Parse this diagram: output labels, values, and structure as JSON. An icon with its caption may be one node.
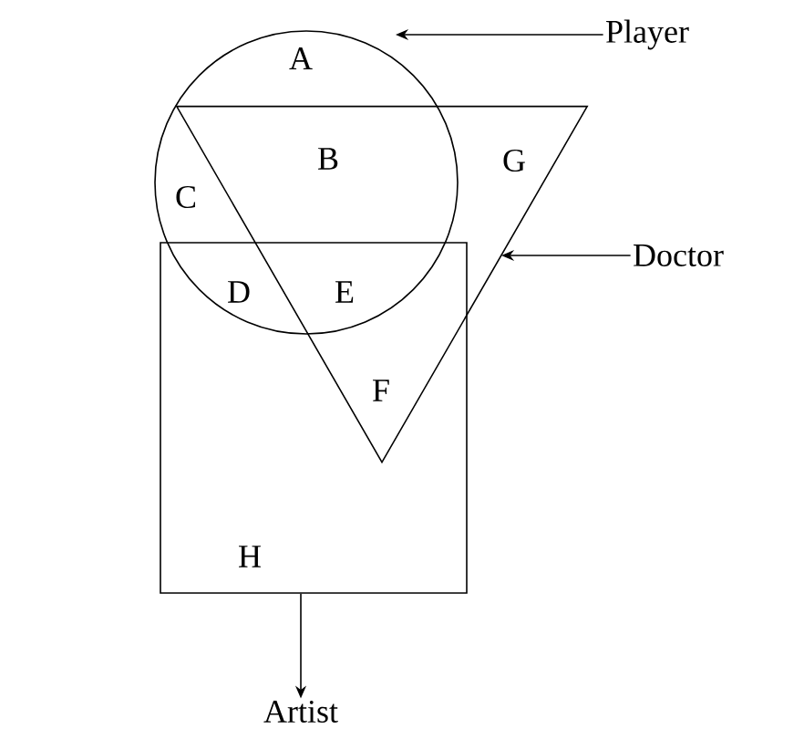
{
  "diagram": {
    "nodes": [
      {
        "text": [
          "Player"
        ]
      },
      {
        "text": [],
        "shape": "circle"
      },
      {
        "text": [
          "Doctor"
        ]
      },
      {
        "text": [],
        "shape": "triangle"
      },
      {
        "text": [],
        "shape": "box"
      },
      {
        "text": [
          "Artist"
        ]
      }
    ],
    "edges": [
      {
        "from": 0,
        "to": 1,
        "arrow": "to"
      },
      {
        "from": 2,
        "to": 3,
        "arrow": "to"
      },
      {
        "from": 4,
        "to": 5,
        "arrow": "to"
      }
    ],
    "labels": [
      "A",
      "B",
      "G",
      "C",
      "D",
      "E",
      "F",
      "H"
    ]
  }
}
